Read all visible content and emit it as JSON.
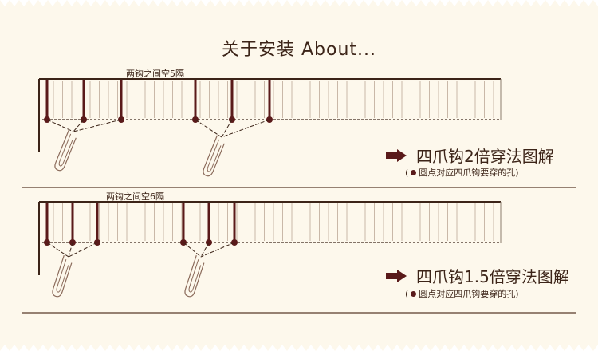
{
  "title": "关于安装 About...",
  "colors": {
    "background": "#fdf8ec",
    "accent": "#5a1a1a",
    "rail": "#3c2418",
    "pleat": "#c9b8a8"
  },
  "diagrams": [
    {
      "spacing_note": "两钩之间空5隔",
      "method_title": "四爪钩2倍穿法图解",
      "method_note_open": "(",
      "method_note_text": "圆点对应四爪钩要穿的孔)",
      "icon": "arrow-right-icon"
    },
    {
      "spacing_note": "两钩之间空6隔",
      "method_title": "四爪钩1.5倍穿法图解",
      "method_note_open": "(",
      "method_note_text": "圆点对应四爪钩要穿的孔)",
      "icon": "arrow-right-icon"
    }
  ]
}
